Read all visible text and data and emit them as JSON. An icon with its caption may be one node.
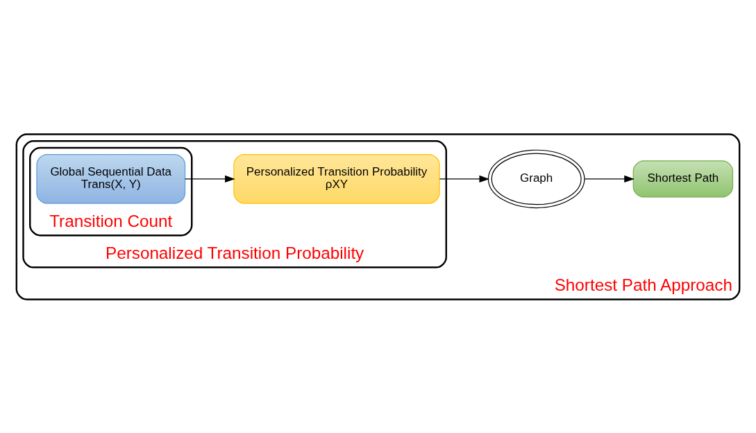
{
  "diagram": {
    "nodes": [
      {
        "text": [
          "Shortest Path Approach"
        ]
      },
      {
        "text": [
          "Personalized Transition Probability"
        ],
        "in": 0
      },
      {
        "text": [
          "Transition Count"
        ],
        "in": 1
      },
      {
        "text": [
          "Global Sequential Data",
          "Trans(X, Y)"
        ],
        "in": 2
      },
      {
        "text": [
          "Personalized Transition Probability",
          "ρXY"
        ],
        "in": 1
      },
      {
        "text": [
          "Graph"
        ],
        "in": 0
      },
      {
        "text": [
          "Shortest Path"
        ],
        "in": 0
      }
    ],
    "edges": [
      {
        "from": 3,
        "to": 4,
        "arrow": "to"
      },
      {
        "from": 4,
        "to": 5,
        "arrow": "to"
      },
      {
        "from": 5,
        "to": 6,
        "arrow": "to"
      }
    ]
  }
}
